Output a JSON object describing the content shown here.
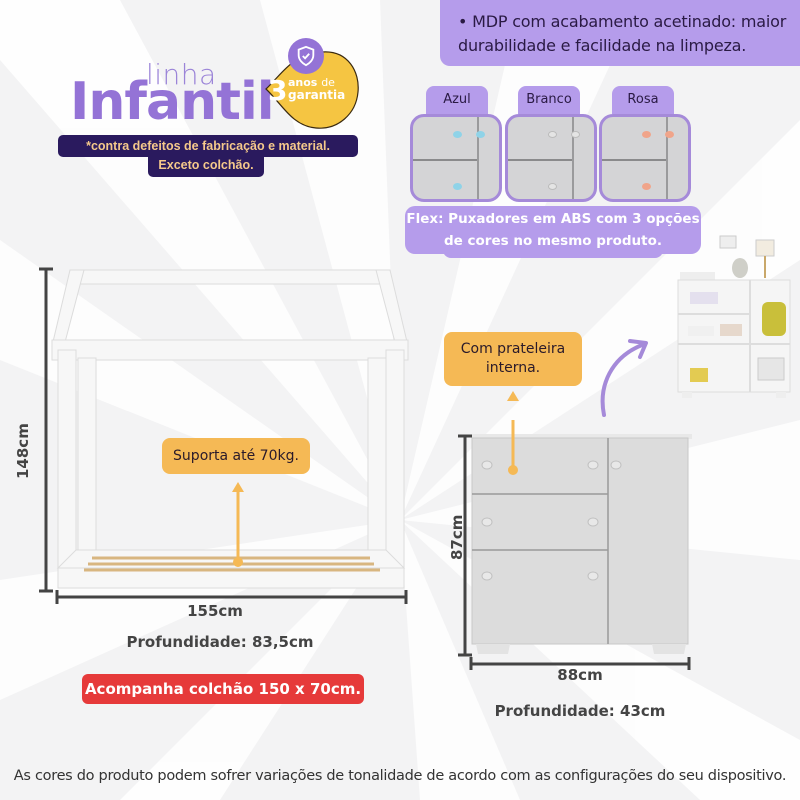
{
  "brand": {
    "line_label": "linha",
    "product_line": "Infantil",
    "warranty_badge": {
      "number": "3",
      "line1_bold": "anos",
      "line1_light": "de",
      "line2": "garantia",
      "icon": "shield-check-icon"
    },
    "warranty_note_line1": "*contra defeitos de fabricação e material.",
    "warranty_note_line2": "Exceto colchão."
  },
  "material_note": {
    "bullet": "•",
    "line1": "MDP com acabamento acetinado: maior",
    "line2": "durabilidade e facilidade na limpeza."
  },
  "handle_options": {
    "options": [
      {
        "label": "Azul",
        "color": "#8fd3e8"
      },
      {
        "label": "Branco",
        "color": "#e4e4e4"
      },
      {
        "label": "Rosa",
        "color": "#f0a48a"
      }
    ],
    "note_line1": "Flex: Puxadores em ABS com 3 opções",
    "note_line2": "de cores no mesmo produto."
  },
  "bed": {
    "height": "148cm",
    "width": "155cm",
    "depth": "Profundidade: 83,5cm",
    "capacity_callout": "Suporta até 70kg.",
    "mattress_note": "Acompanha colchão 150 x 70cm."
  },
  "cabinet": {
    "shelf_callout_line1": "Com prateleira",
    "shelf_callout_line2": "interna.",
    "height": "87cm",
    "width": "88cm",
    "depth": "Profundidade: 43cm"
  },
  "colors": {
    "purple": "#9473d6",
    "lilac": "#b59ceb",
    "navy": "#2a1a5e",
    "peach_text": "#f5c98b",
    "yellow": "#f5b955",
    "red": "#e63a3a"
  },
  "disclaimer": "As cores do produto podem sofrer variações de tonalidade de acordo com as configurações do seu dispositivo."
}
